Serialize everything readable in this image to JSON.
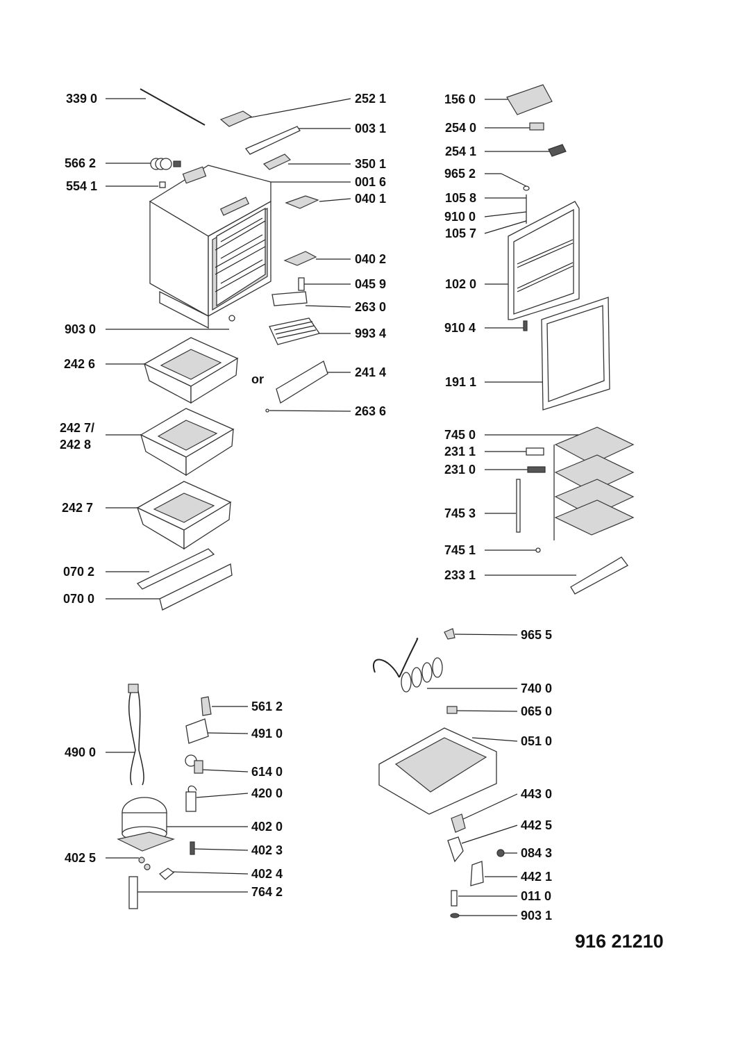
{
  "diagram": {
    "document_number": "916 21210",
    "or_label": "or",
    "labels": {
      "p3390": "339 0",
      "p2521": "252 1",
      "p0031": "003 1",
      "p5662": "566 2",
      "p3501": "350 1",
      "p5541": "554 1",
      "p0016": "001 6",
      "p0401": "040 1",
      "p0402": "040 2",
      "p0459": "045 9",
      "p2630": "263 0",
      "p9030": "903 0",
      "p9934": "993 4",
      "p2426": "242 6",
      "p2414": "241 4",
      "p2636": "263 6",
      "p2427_2428": "242 7/\n242 8",
      "p2427": "242 7",
      "p0702": "070 2",
      "p0700": "070 0",
      "p1560": "156 0",
      "p2540": "254 0",
      "p2541": "254 1",
      "p9652": "965 2",
      "p1058": "105 8",
      "p9100": "910 0",
      "p1057": "105 7",
      "p1020": "102 0",
      "p9104": "910 4",
      "p1911": "191 1",
      "p7450": "745 0",
      "p2311": "231 1",
      "p2310": "231 0",
      "p7453": "745 3",
      "p7451": "745 1",
      "p2331": "233 1",
      "p9655": "965 5",
      "p7400": "740 0",
      "p0650": "065 0",
      "p0510": "051 0",
      "p4430": "443 0",
      "p4425": "442 5",
      "p0843": "084 3",
      "p4421": "442 1",
      "p0110": "011 0",
      "p9031": "903 1",
      "p5612": "561 2",
      "p4910": "491 0",
      "p4900": "490 0",
      "p6140": "614 0",
      "p4200": "420 0",
      "p4020": "402 0",
      "p4023": "402 3",
      "p4025": "402 5",
      "p4024": "402 4",
      "p7642": "764 2"
    }
  }
}
